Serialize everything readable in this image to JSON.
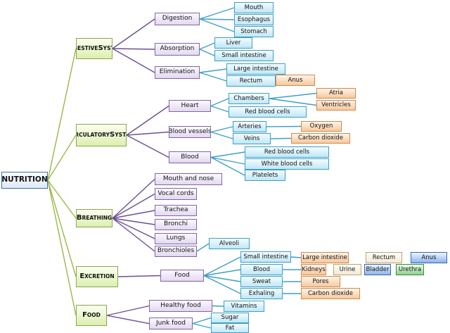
{
  "nodes": {
    "nutrition": "NUTRITION",
    "digestive_system": "Digestive System",
    "circulatory_system": "Circulatory System",
    "breathing": "Breathing",
    "excretion": "Excretion",
    "food": "Food",
    "digestion": "Digestion",
    "absorption": "Absorption",
    "elimination": "Elimination",
    "mouth": "Mouth",
    "esophagus": "Esophagus",
    "stomach": "Stomach",
    "liver": "Liver",
    "small_intestine_abs": "Small intestine",
    "large_intestine_elim": "Large intestine",
    "rectum_elim": "Rectum",
    "anus_elim": "Anus",
    "heart": "Heart",
    "blood_vessels": "Blood vessels",
    "blood": "Blood",
    "chambers": "Chambers",
    "atria": "Atria",
    "ventricles": "Ventricles",
    "red_blood_cells_heart": "Red blood cells",
    "arteries": "Arteries",
    "oxygen": "Oxygen",
    "veins": "Veins",
    "carbon_dioxide_veins": "Carbon dioxide",
    "red_blood_cells": "Red blood cells",
    "white_blood_cells": "White blood cells",
    "platelets": "Platelets",
    "mouth_and_nose": "Mouth and nose",
    "vocal_cords": "Vocal cords",
    "trachea": "Trachea",
    "bronchi": "Bronchi",
    "lungs": "Lungs",
    "bronchioles": "Bronchioles",
    "alveoli": "Alveoli",
    "food_excretion": "Food",
    "small_intestine_exc": "Small intestine",
    "large_intestine_exc": "Large intestine",
    "rectum_exc": "Rectum",
    "anus_exc": "Anus",
    "blood_exc": "Blood",
    "kidneys": "Kidneys",
    "urine": "Urine",
    "bladder": "Bladder",
    "urethra": "Urethra",
    "sweat": "Sweat",
    "pores": "Pores",
    "exhaling": "Exhaling",
    "carbon_dioxide_exh": "Carbon dioxide",
    "healthy_food": "Healthy food",
    "vitamins": "Vitamins",
    "junk_food": "Junk food",
    "sugar": "Sugar",
    "fat": "Fat"
  },
  "colors": {
    "root_border": "#3a6fb0",
    "category_fill": "#dcefb0",
    "subtopic_fill": "#e3d9f0",
    "leaf_fill": "#bfe8f6",
    "orange_fill": "#f8c89c",
    "blue_fill": "#8bb4ec",
    "green_fill": "#8fd08f",
    "green_connector": "#9ab84a",
    "purple_connector": "#6c4f95",
    "blue_connector": "#3f9fc6"
  }
}
